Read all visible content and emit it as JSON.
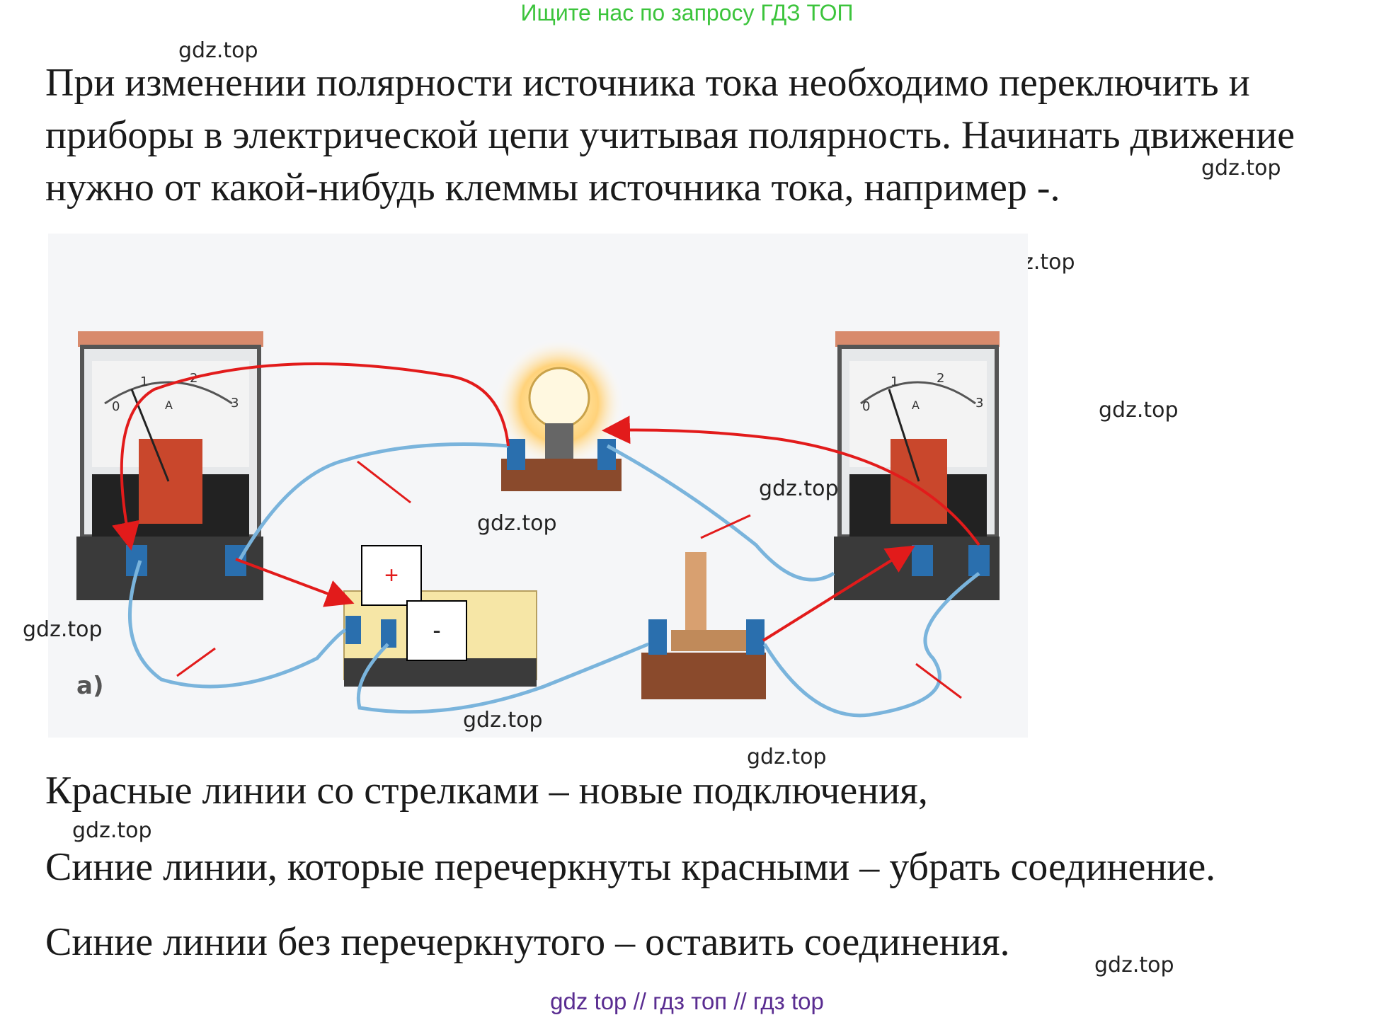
{
  "banner": "Ищите нас по запросу ГДЗ ТОП",
  "paragraph_lines": [
    "При изменении полярности источника тока необходимо переключить и",
    "приборы в электрической цепи учитывая полярность. Начинать движение",
    "нужно от какой-нибудь клеммы источника тока, например -."
  ],
  "figure": {
    "label": "а)",
    "plus_sign": "+",
    "minus_sign": "-",
    "meter_scale": [
      "0",
      "1",
      "2",
      "3"
    ],
    "meter_unit": "A"
  },
  "explanations": [
    "Красные линии со стрелками – новые подключения,",
    "Синие линии, которые перечеркнуты красными – убрать соединение.",
    "Синие линии без перечеркнутого – оставить соединения."
  ],
  "watermark": "gdz.top",
  "footer": {
    "part1": "gdz top",
    "separator": "//",
    "part2": "гдз топ",
    "part3": "гдз top"
  },
  "colors": {
    "banner": "#3cc43c",
    "new_connection": "#e21b1b",
    "wire": "#7ab4dc",
    "footer": "#5a2d91"
  }
}
